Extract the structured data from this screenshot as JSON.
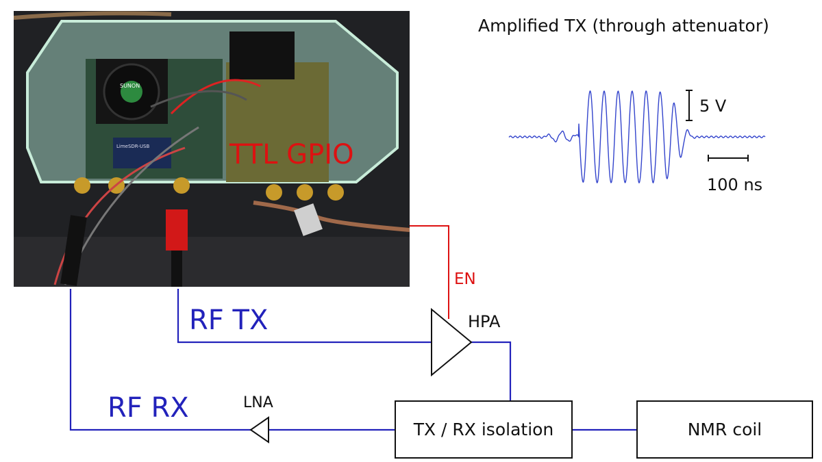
{
  "photo": {
    "gpio_label": "TTL GPIO",
    "board_text": "LimeSDR-USB",
    "fan_text": "SUNON"
  },
  "signals": {
    "rf_tx": "RF TX",
    "rf_rx": "RF RX",
    "enable": "EN"
  },
  "components": {
    "hpa": "HPA",
    "lna": "LNA",
    "isolation": "TX / RX isolation",
    "coil": "NMR coil"
  },
  "scope": {
    "title": "Amplified TX (through attenuator)",
    "voltage_scale": "5 V",
    "time_scale": "100 ns"
  },
  "colors": {
    "rf_line": "#2222bb",
    "gpio_text": "#dd1111",
    "en_line": "#dd1111",
    "waveform": "#3344cc",
    "component": "#111111"
  }
}
